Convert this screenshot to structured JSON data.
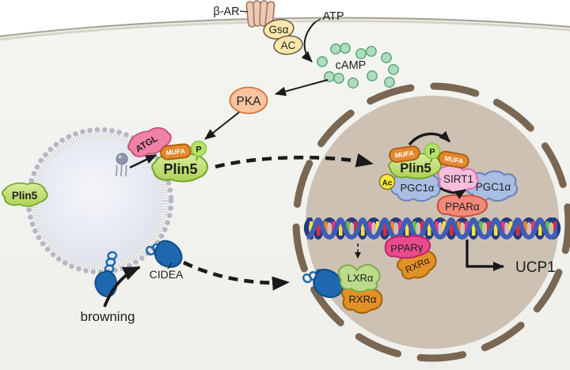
{
  "title": "Plin5 / browning signaling pathway diagram",
  "signaling": {
    "beta_ar": "β-AR",
    "gsa": "Gsα",
    "ac": "AC",
    "atp": "ATP",
    "camp": "cAMP",
    "pka": "PKA"
  },
  "droplet": {
    "plin5_left": "Plin5",
    "atgl": "ATGL",
    "mufa": "MUFA",
    "phospho": "P",
    "plin5": "Plin5",
    "cidea": "CIDEA",
    "browning": "browning"
  },
  "nucleus": {
    "mufa_left": "MUFA",
    "phospho": "P",
    "plin5": "Plin5",
    "acetyl": "Ac",
    "pgc1a_left": "PGC1α",
    "mufa_right": "MUFA",
    "sirt1": "SIRT1",
    "pgc1a_right": "PGC1α",
    "ppara": "PPARα",
    "pparg": "PPARγ",
    "rxra_top": "RXRα",
    "lxra": "LXRα",
    "rxra_bottom": "RXRα",
    "ucp1": "UCP1"
  },
  "colors": {
    "cell_interior": "#f1f1ed",
    "membrane": "#a8a598",
    "nucleus_fill": "#ccc1b2",
    "nuclear_envelope": "#7a6753",
    "plin5": "#b8dc63",
    "atgl": "#ef82a6",
    "mufa": "#e4882e",
    "phospho": "#b4e36b",
    "acetyl": "#f7ea3d",
    "pka": "#f9c5a0",
    "g_protein": "#fae7ad",
    "camp": "#aedcbc",
    "sirt1": "#f6bedd",
    "pgc1a": "#aabde2",
    "ppara": "#f28a7c",
    "pparg": "#ea4b8f",
    "rxra": "#e29127",
    "lxra": "#bcdb8d",
    "cidea": "#1d68ae",
    "dna_strand": "#2a3f8c",
    "arrow": "#1a1a1a"
  }
}
